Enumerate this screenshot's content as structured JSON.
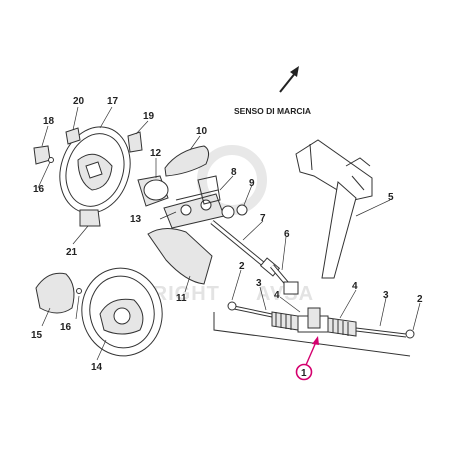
{
  "direction_label": "SENSO DI MARCIA",
  "watermark": "COPYRIGHT",
  "watermark_brand": "AVSA",
  "highlight_color": "#d4006e",
  "highlight_label": "1",
  "labels": {
    "p1": "1",
    "p2a": "2",
    "p2b": "2",
    "p3a": "3",
    "p3b": "3",
    "p4a": "4",
    "p4b": "4",
    "p5": "5",
    "p6": "6",
    "p7": "7",
    "p8": "8",
    "p9": "9",
    "p10": "10",
    "p11": "11",
    "p12": "12",
    "p13": "13",
    "p14": "14",
    "p15": "15",
    "p16a": "16",
    "p16b": "16",
    "p17": "17",
    "p18": "18",
    "p19": "19",
    "p20": "20",
    "p21": "21"
  }
}
